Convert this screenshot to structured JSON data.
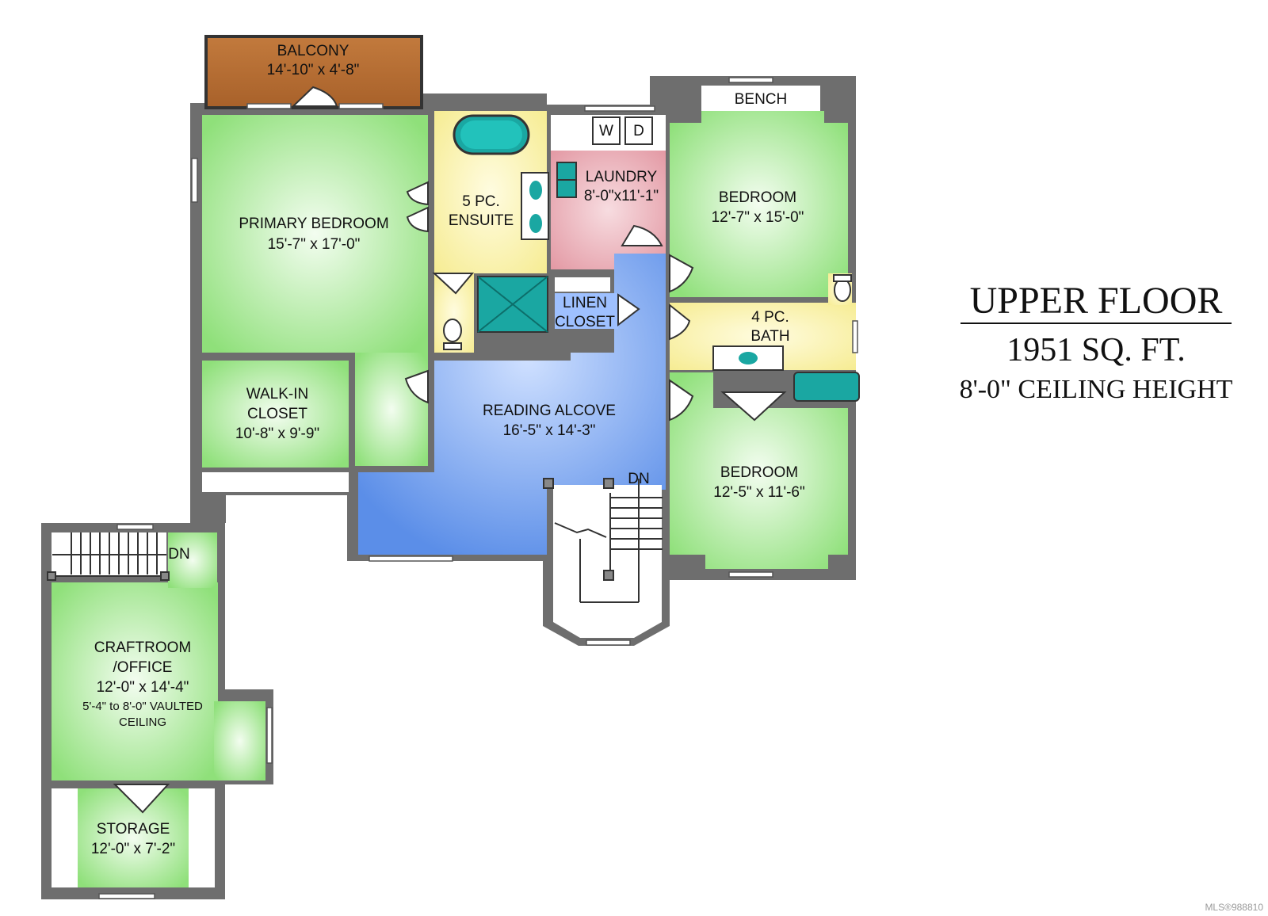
{
  "title": {
    "heading": "UPPER FLOOR",
    "area": "1951 SQ. FT.",
    "ceiling": "8'-0\" CEILING HEIGHT"
  },
  "rooms": {
    "balcony": {
      "name": "BALCONY",
      "dims": "14'-10\" x 4'-8\""
    },
    "primary_bedroom": {
      "name": "PRIMARY BEDROOM",
      "dims": "15'-7\" x 17'-0\""
    },
    "ensuite": {
      "line1": "5 PC.",
      "line2": "ENSUITE"
    },
    "laundry": {
      "name": "LAUNDRY",
      "dims": "8'-0\"x11'-1\""
    },
    "washer": "W",
    "dryer": "D",
    "bench": "BENCH",
    "bedroom_1": {
      "name": "BEDROOM",
      "dims": "12'-7\" x 15'-0\""
    },
    "linen_closet": {
      "line1": "LINEN",
      "line2": "CLOSET"
    },
    "bath": {
      "line1": "4 PC.",
      "line2": "BATH"
    },
    "walk_in_closet": {
      "line1": "WALK-IN",
      "line2": "CLOSET",
      "dims": "10'-8\" x 9'-9\""
    },
    "reading_alcove": {
      "name": "READING ALCOVE",
      "dims": "16'-5\" x 14'-3\""
    },
    "bedroom_2": {
      "name": "BEDROOM",
      "dims": "12'-5\" x 11'-6\""
    },
    "stair_dn_main": "DN",
    "stair_dn_craft": "DN",
    "craftroom": {
      "line1": "CRAFTROOM",
      "line2": "/OFFICE",
      "dims": "12'-0\" x 14'-4\"",
      "note1": "5'-4\" to 8'-0\" VAULTED",
      "note2": "CEILING"
    },
    "storage": {
      "name": "STORAGE",
      "dims": "12'-0\" x 7'-2\""
    }
  },
  "watermark": "MLS®988810",
  "colors": {
    "wall": "#6e6e6e",
    "bedroom_green": "#8fe07a",
    "bedroom_green_light": "#eefce9",
    "alcove_blue": "#5b8ee8",
    "alcove_blue_light": "#c9dcff",
    "bath_yellow": "#fbf3a8",
    "laundry_pink": "#e8a3ad",
    "balcony_brown": "#b86f34",
    "fixture_teal": "#1aa7a2"
  }
}
